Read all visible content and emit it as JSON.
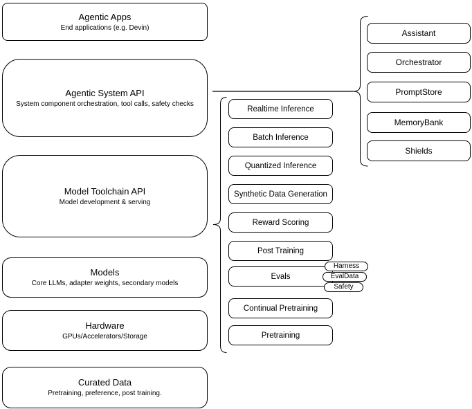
{
  "diagram": {
    "stack": [
      {
        "title": "Agentic Apps",
        "subtitle": "End applications (e.g. Devin)"
      },
      {
        "title": "Agentic System API",
        "subtitle": "System component orchestration, tool calls, safety checks"
      },
      {
        "title": "Model Toolchain API",
        "subtitle": "Model development & serving"
      },
      {
        "title": "Models",
        "subtitle": "Core LLMs, adapter weights, secondary models"
      },
      {
        "title": "Hardware",
        "subtitle": "GPUs/Accelerators/Storage"
      },
      {
        "title": "Curated Data",
        "subtitle": "Pretraining, preference, post training."
      }
    ],
    "toolchain": [
      "Realtime Inference",
      "Batch Inference",
      "Quantized Inference",
      "Synthetic Data Generation",
      "Reward Scoring",
      "Post Training",
      "Evals",
      "Continual Pretraining",
      "Pretraining"
    ],
    "eval_tags": [
      "Harness",
      "EvalData",
      "Safety"
    ],
    "system_components": [
      "Assistant",
      "Orchestrator",
      "PromptStore",
      "MemoryBank",
      "Shields"
    ],
    "colors": {
      "stroke": "#000000",
      "fill": "#ffffff",
      "background": "#ffffff"
    }
  }
}
